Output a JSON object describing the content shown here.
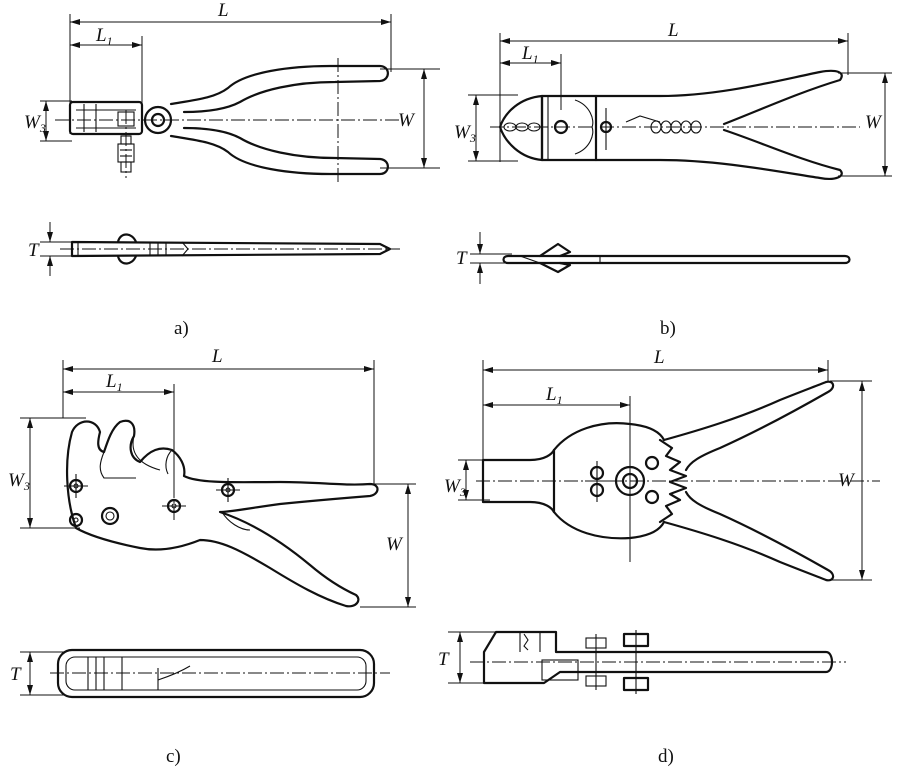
{
  "figures": [
    {
      "id": "a",
      "caption": "a)",
      "labels": {
        "length": "L",
        "reach": "L",
        "reach_sub": "1",
        "width": "W",
        "jaw_width": "W",
        "jaw_sub": "3",
        "thickness": "T"
      }
    },
    {
      "id": "b",
      "caption": "b)",
      "labels": {
        "length": "L",
        "reach": "L",
        "reach_sub": "1",
        "width": "W",
        "jaw_width": "W",
        "jaw_sub": "3",
        "thickness": "T"
      }
    },
    {
      "id": "c",
      "caption": "c)",
      "labels": {
        "length": "L",
        "reach": "L",
        "reach_sub": "1",
        "width": "W",
        "jaw_width": "W",
        "jaw_sub": "3",
        "thickness": "T"
      }
    },
    {
      "id": "d",
      "caption": "d)",
      "labels": {
        "length": "L",
        "reach": "L",
        "reach_sub": "1",
        "width": "W",
        "jaw_width": "W",
        "jaw_sub": "3",
        "thickness": "T"
      }
    }
  ]
}
